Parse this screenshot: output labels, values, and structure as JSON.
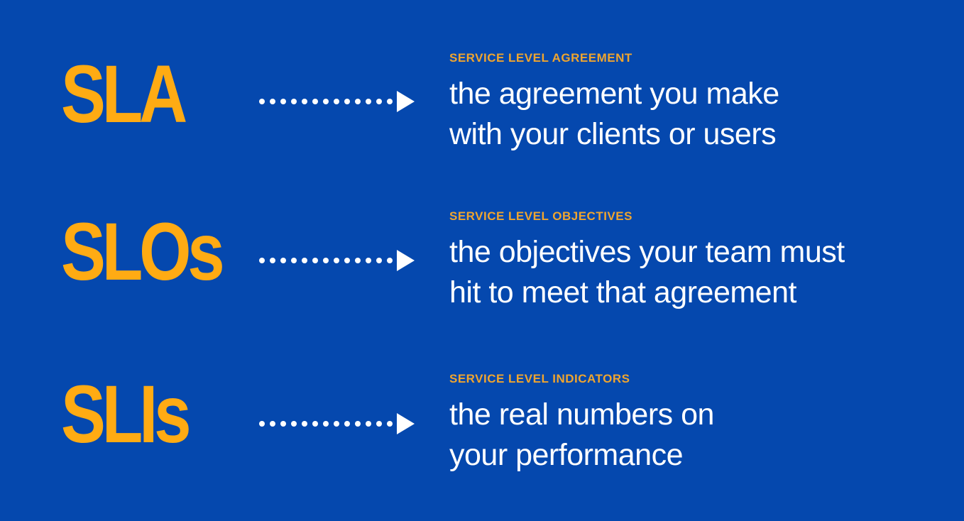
{
  "colors": {
    "background": "#0548AE",
    "acronym_orange": "#FFAB13",
    "eyebrow_orange": "#EFA52F",
    "text_white": "#FFFFFF",
    "arrow_white": "#FFFFFF"
  },
  "arrow": {
    "dot_count": 13
  },
  "rows": [
    {
      "acronym": "SLA",
      "eyebrow": "SERVICE LEVEL AGREEMENT",
      "line1": "the agreement you make",
      "line2": "with your clients or users"
    },
    {
      "acronym": "SLOs",
      "eyebrow": "SERVICE LEVEL OBJECTIVES",
      "line1": "the objectives your team must",
      "line2": "hit to meet that agreement"
    },
    {
      "acronym": "SLIs",
      "eyebrow": "SERVICE LEVEL INDICATORS",
      "line1": "the real numbers on",
      "line2": "your performance"
    }
  ]
}
